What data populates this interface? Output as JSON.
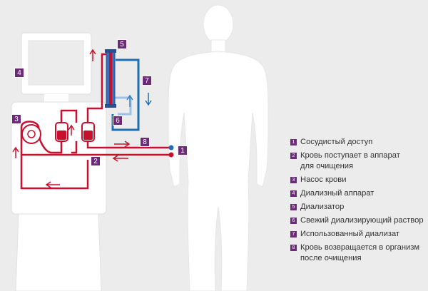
{
  "colors": {
    "background": "#ececec",
    "machine": "#ffffff",
    "silhouette": "#ffffff",
    "blood_line": "#c8102e",
    "fresh_dialysate": "#9cc3e6",
    "used_dialysate": "#1f6fb5",
    "marker": "#6d2a7a",
    "text": "#333333"
  },
  "diagram_markers": [
    {
      "num": "1"
    },
    {
      "num": "2"
    },
    {
      "num": "3"
    },
    {
      "num": "4"
    },
    {
      "num": "5"
    },
    {
      "num": "6"
    },
    {
      "num": "7"
    },
    {
      "num": "8"
    }
  ],
  "legend": [
    {
      "num": "1",
      "lines": [
        "Сосудистый доступ"
      ]
    },
    {
      "num": "2",
      "lines": [
        "Кровь поступает в аппарат",
        "для очищения"
      ]
    },
    {
      "num": "3",
      "lines": [
        "Насос крови"
      ]
    },
    {
      "num": "4",
      "lines": [
        "Диализный аппарат"
      ]
    },
    {
      "num": "5",
      "lines": [
        "Диализатор"
      ]
    },
    {
      "num": "6",
      "lines": [
        "Свежий диализирующий раствор"
      ]
    },
    {
      "num": "7",
      "lines": [
        "Использованный диализат"
      ]
    },
    {
      "num": "8",
      "lines": [
        "Кровь возвращается в организм",
        "после очищения"
      ]
    }
  ]
}
